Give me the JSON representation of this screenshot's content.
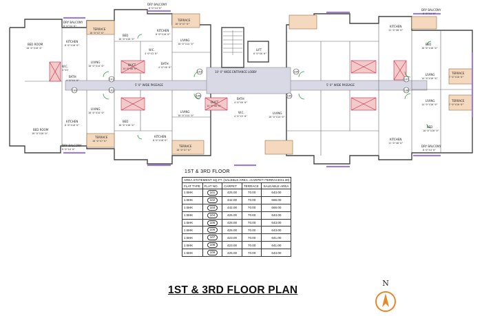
{
  "plan": {
    "rooms": {
      "bed_room_l1": {
        "name": "BED ROOM",
        "size": "10'0\"X10'0\""
      },
      "dry_balcony_l1": {
        "name": "DRY BALCONY",
        "size": "8'0\"X4'0\""
      },
      "kitchen_l1": {
        "name": "KITCHEN",
        "size": "8'0\"X10'0\""
      },
      "terrace_l1": {
        "name": "TERRACE",
        "size": "10'0\"X7'0\""
      },
      "living_l1": {
        "name": "LIVING",
        "size": "10'0\"X14'0\""
      },
      "wc_l1": {
        "name": "W.C.",
        "size": "4'X3'"
      },
      "bath_l1": {
        "name": "BATH",
        "size": "4'0\"X4'0\""
      },
      "bed_room_l2": {
        "name": "BED ROOM",
        "size": "10'0\"X10'0\""
      },
      "kitchen_l2": {
        "name": "KITCHEN",
        "size": "8'0\"X10'0\""
      },
      "living_l2": {
        "name": "LIVING",
        "size": "10'0\"X14'0\""
      },
      "terrace_l2": {
        "name": "TERRACE",
        "size": "10'0\"X7'0\""
      },
      "dry_balcony_l2": {
        "name": "DRY BALCONY",
        "size": "8'0\"X4'0\""
      },
      "bed_c1": {
        "name": "BED",
        "size": "10'0\"X10'0\""
      },
      "kitchen_c1": {
        "name": "KITCHEN",
        "size": "8'0\"X10'0\""
      },
      "terrace_c1": {
        "name": "TERRACE",
        "size": "10'0\"X7'0\""
      },
      "dry_balcony_c1": {
        "name": "DRY BALCONY",
        "size": "8'0\"X4'0\""
      },
      "living_c1": {
        "name": "LIVING",
        "size": "10'0\"X14'0\""
      },
      "wc_c1": {
        "name": "W.C.",
        "size": "4'0\"X3'0\""
      },
      "bath_c1": {
        "name": "BATH",
        "size": "4'0\"X6'0\""
      },
      "duct_1": {
        "name": "DUCT",
        "size": "14'6\"X6'0\""
      },
      "lift": {
        "name": "LIFT",
        "size": "6'0\"X6'0\""
      },
      "lobby": {
        "name": "10' 0\" WIDE ENTRANCE LOBBY"
      },
      "passage_l": {
        "name": "5' 0\" WIDE PASSAGE"
      },
      "passage_r": {
        "name": "5' 0\" WIDE PASSAGE"
      },
      "bed_r1": {
        "name": "BED",
        "size": "10'0\"X10'0\""
      },
      "kitchen_r1": {
        "name": "KITCHEN",
        "size": "11'0\"X8'0\""
      },
      "terrace_r1": {
        "name": "TERRACE",
        "size": "7'0\"X10'0\""
      },
      "living_r1": {
        "name": "LIVING",
        "size": "14'0\"X10'0\""
      },
      "dry_balcony_r1": {
        "name": "DRY BALCONY",
        "size": "8'0\"X4'0\""
      },
      "terrace_r2": {
        "name": "TERRACE",
        "size": "7'0\"X10'0\""
      },
      "living_r2": {
        "name": "LIVING",
        "size": "14'0\"X10'0\""
      },
      "bed_r2": {
        "name": "BED",
        "size": "10'0\"X10'0\""
      },
      "kitchen_r2": {
        "name": "KITCHEN",
        "size": "11'0\"X8'0\""
      },
      "dry_balcony_r2": {
        "name": "DRY BALCONY",
        "size": "8'0\"X4'0\""
      },
      "living_cl": {
        "name": "LIVING",
        "size": "10'0\"X14'0\""
      },
      "kitchen_cl": {
        "name": "KITCHEN",
        "size": "8'0\"X10'0\""
      },
      "terrace_cl": {
        "name": "TERRACE",
        "size": "10'0\"X7'0\""
      },
      "bed_cl": {
        "name": "BED",
        "size": "10'0\"X10'0\""
      },
      "living_cm": {
        "name": "LIVING",
        "size": "10'0\"X14'0\""
      },
      "bath_cm": {
        "name": "BATH",
        "size": "4'0\"X6'0\""
      },
      "duct_2": {
        "name": "DUCT",
        "size": "14'6\"X6'0\""
      },
      "wc_cm": {
        "name": "W.C.",
        "size": "4'0\"X3'0\""
      }
    },
    "flat_tags": [
      "101",
      "102",
      "103",
      "104",
      "105",
      "106",
      "107",
      "108",
      "109"
    ],
    "colors": {
      "terrace": "#f4d9bf",
      "passage": "#d9d9e6",
      "balcony": "#9b7fd0",
      "duct": "#f3caca",
      "door": "#1a9a3a"
    }
  },
  "table": {
    "caption": "1ST & 3RD FLOOR",
    "statement": "AREA STATEMENT SQ.FT. (SALEBLE AREA =CARPET+TERRACEX1.30)",
    "headers": [
      "FLAT TYPE",
      "FLAT NO.",
      "CARPET",
      "TERRACE",
      "SALEABLE AREA"
    ],
    "rows": [
      {
        "type": "1 BHK",
        "flat": "101",
        "carpet": "425.00",
        "terrace": "70.00",
        "saleable": "643.00"
      },
      {
        "type": "1 BHK",
        "flat": "102",
        "carpet": "442.00",
        "terrace": "70.00",
        "saleable": "666.00"
      },
      {
        "type": "1 BHK",
        "flat": "103",
        "carpet": "442.00",
        "terrace": "70.00",
        "saleable": "666.00"
      },
      {
        "type": "1 BHK",
        "flat": "104",
        "carpet": "425.00",
        "terrace": "70.00",
        "saleable": "643.00"
      },
      {
        "type": "1 BHK",
        "flat": "105",
        "carpet": "425.00",
        "terrace": "70.00",
        "saleable": "643.00"
      },
      {
        "type": "1 BHK",
        "flat": "106",
        "carpet": "425.00",
        "terrace": "70.00",
        "saleable": "643.00"
      },
      {
        "type": "1 BHK",
        "flat": "107",
        "carpet": "423.00",
        "terrace": "70.00",
        "saleable": "641.00"
      },
      {
        "type": "1 BHK",
        "flat": "108",
        "carpet": "423.00",
        "terrace": "70.00",
        "saleable": "641.00"
      },
      {
        "type": "1 BHK",
        "flat": "109",
        "carpet": "425.00",
        "terrace": "70.00",
        "saleable": "643.00"
      }
    ]
  },
  "title": "1ST & 3RD FLOOR PLAN",
  "compass": {
    "label": "N",
    "color": "#e8862a"
  }
}
